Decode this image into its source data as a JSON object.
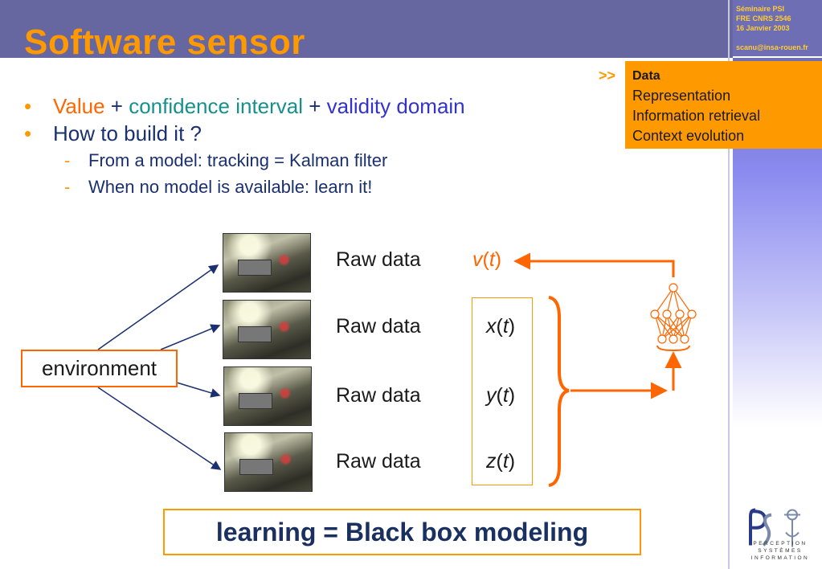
{
  "header": {
    "title": "Software sensor"
  },
  "seminar_info": {
    "line1": "Séminaire PSI",
    "line2": "FRE CNRS 2546",
    "line3": "16 Janvier 2003",
    "email": "scanu@insa-rouen.fr"
  },
  "nav": {
    "marker": ">>",
    "items": [
      "Data",
      "Representation",
      "Information retrieval",
      "Context evolution"
    ]
  },
  "bullets": {
    "b1": {
      "bullet": "•",
      "value": "Value",
      "plus1": " + ",
      "confidence": "confidence interval",
      "plus2": " + ",
      "validity": "validity domain"
    },
    "b2": {
      "bullet": "•",
      "text": "How to build it ?"
    },
    "sub1": {
      "dash": "-",
      "text": "From a model: tracking = Kalman filter"
    },
    "sub2": {
      "dash": "-",
      "text": "When no model is available: learn it!"
    }
  },
  "diagram": {
    "environment": "environment",
    "raw_label": "Raw data",
    "vars": [
      {
        "name": "v",
        "arg": "t"
      },
      {
        "name": "x",
        "arg": "t"
      },
      {
        "name": "y",
        "arg": "t"
      },
      {
        "name": "z",
        "arg": "t"
      }
    ],
    "paren_open": "(",
    "paren_close": ")",
    "learning": "learning = Black box modeling"
  },
  "logo": {
    "text_line1": "PERCEPTION",
    "text_line2": "SYSTÈMES",
    "text_line3": "INFORMATION"
  },
  "colors": {
    "orange": "#ff9900",
    "arrow_orange": "#ff6600",
    "header_purple": "#6666a0",
    "navy": "#1a3070"
  }
}
